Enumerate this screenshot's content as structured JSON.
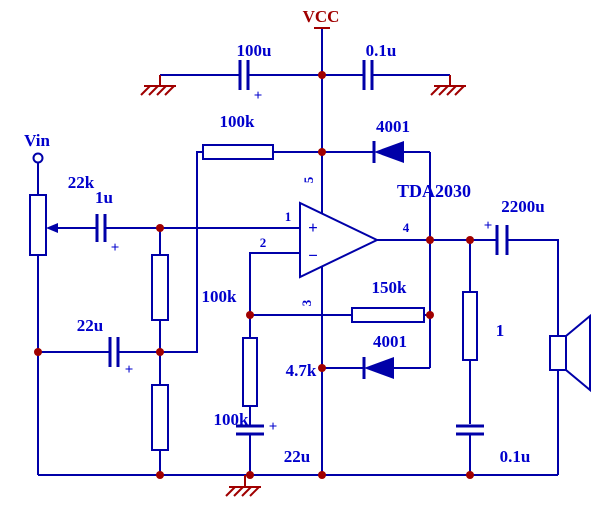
{
  "schematic": {
    "power": {
      "vcc": "VCC"
    },
    "input": {
      "vin": "Vin"
    },
    "ic": {
      "name": "TDA2030",
      "plus": "+",
      "minus": "−",
      "pin1": "1",
      "pin2": "2",
      "pin3": "3",
      "pin4": "4",
      "pin5": "5"
    },
    "labels": {
      "c_bulk": "100u",
      "c_bypass": "0.1u",
      "r_bias_top": "100k",
      "d_top": "4001",
      "pot": "22k",
      "c_in": "1u",
      "r_bias_mid": "100k",
      "c_bias": "22u",
      "r_bias_bot": "100k",
      "r_fb": "150k",
      "r_gain": "4.7k",
      "c_gain": "22u",
      "d_bot": "4001",
      "c_out": "2200u",
      "r_zobel": "1",
      "c_zobel": "0.1u",
      "polarity": "+"
    },
    "colors": {
      "wire": "#0000A8",
      "label": "#0000CC",
      "accent": "#A00000",
      "background": "#FFFFFF"
    }
  }
}
